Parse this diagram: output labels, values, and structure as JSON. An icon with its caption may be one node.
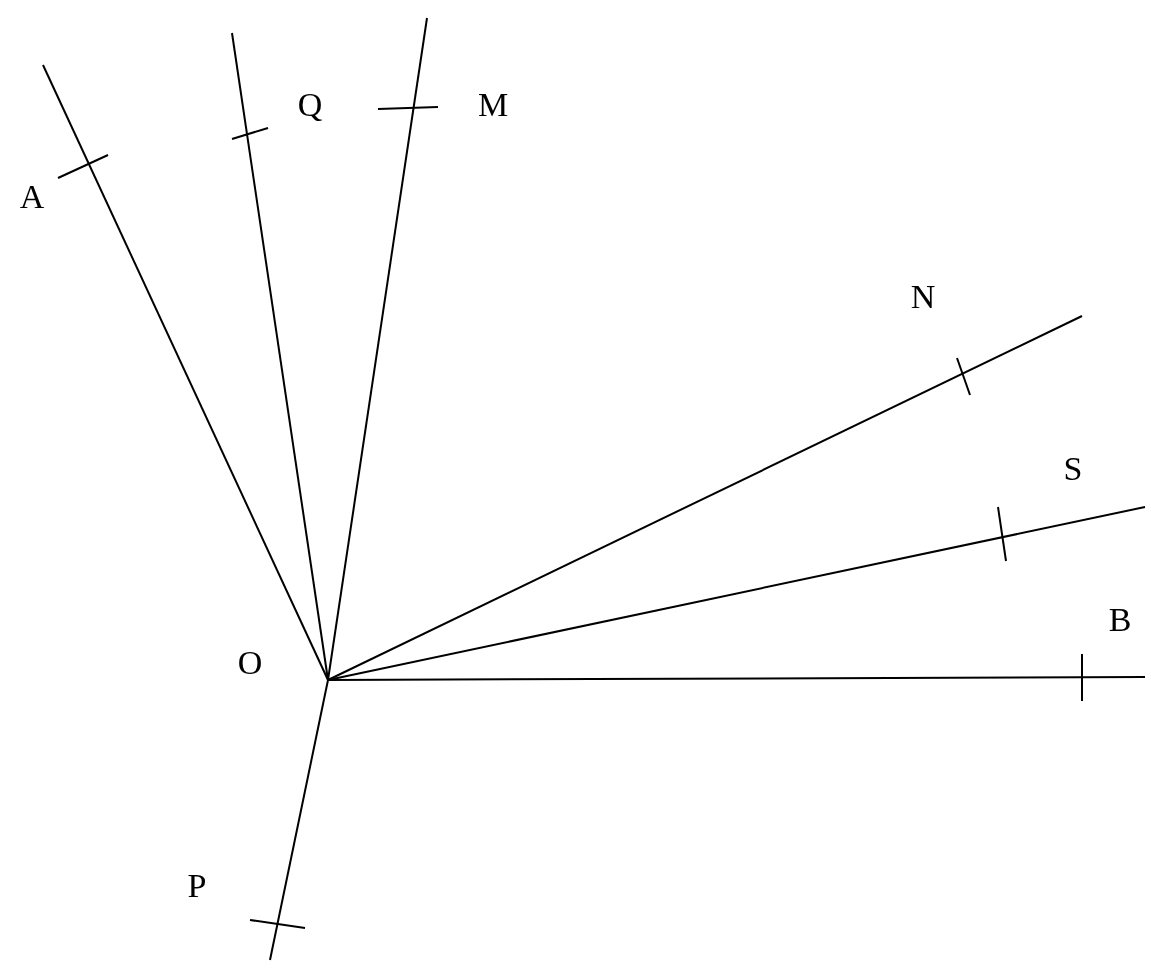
{
  "diagram": {
    "labels": [
      "A",
      "Q",
      "M",
      "N",
      "S",
      "O",
      "B",
      "P"
    ]
  }
}
